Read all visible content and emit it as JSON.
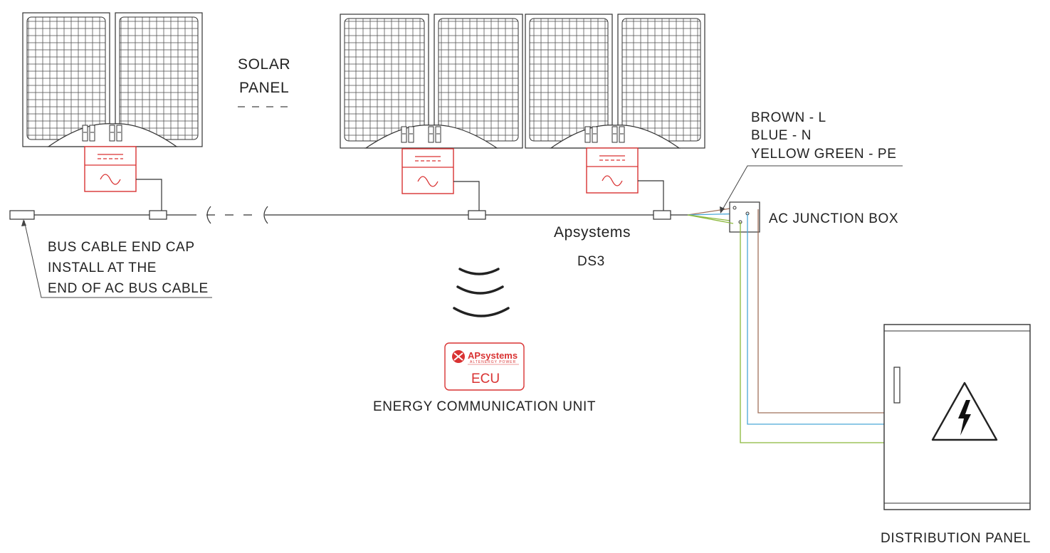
{
  "labels": {
    "solar_panel_line1": "SOLAR",
    "solar_panel_line2": "PANEL",
    "wire_brown": "BROWN - L",
    "wire_blue": "BLUE - N",
    "wire_yellow_green": "YELLOW GREEN - PE",
    "junction_box": "AC JUNCTION BOX",
    "end_cap_line1": "BUS CABLE END CAP",
    "end_cap_line2": "INSTALL AT THE",
    "end_cap_line3": "END OF AC BUS CABLE",
    "microinverter_brand": "Apsystems",
    "microinverter_model": "DS3",
    "ecu_caption": "ENERGY COMMUNICATION UNIT",
    "distribution_panel": "DISTRIBUTION PANEL"
  },
  "ecu": {
    "brand": "APsystems",
    "tagline": "ALTENERGY POWER",
    "label": "ECU"
  },
  "colors": {
    "line": "#444444",
    "inverter_red": "#d93232",
    "wire_brown": "#a0705a",
    "wire_blue": "#4aa8d8",
    "wire_yellow_green": "#8ab83a"
  },
  "icons": [
    "solar-panel-icon",
    "microinverter-icon",
    "wifi-signal-icon",
    "lightning-warning-icon",
    "apsystems-logo-icon"
  ]
}
